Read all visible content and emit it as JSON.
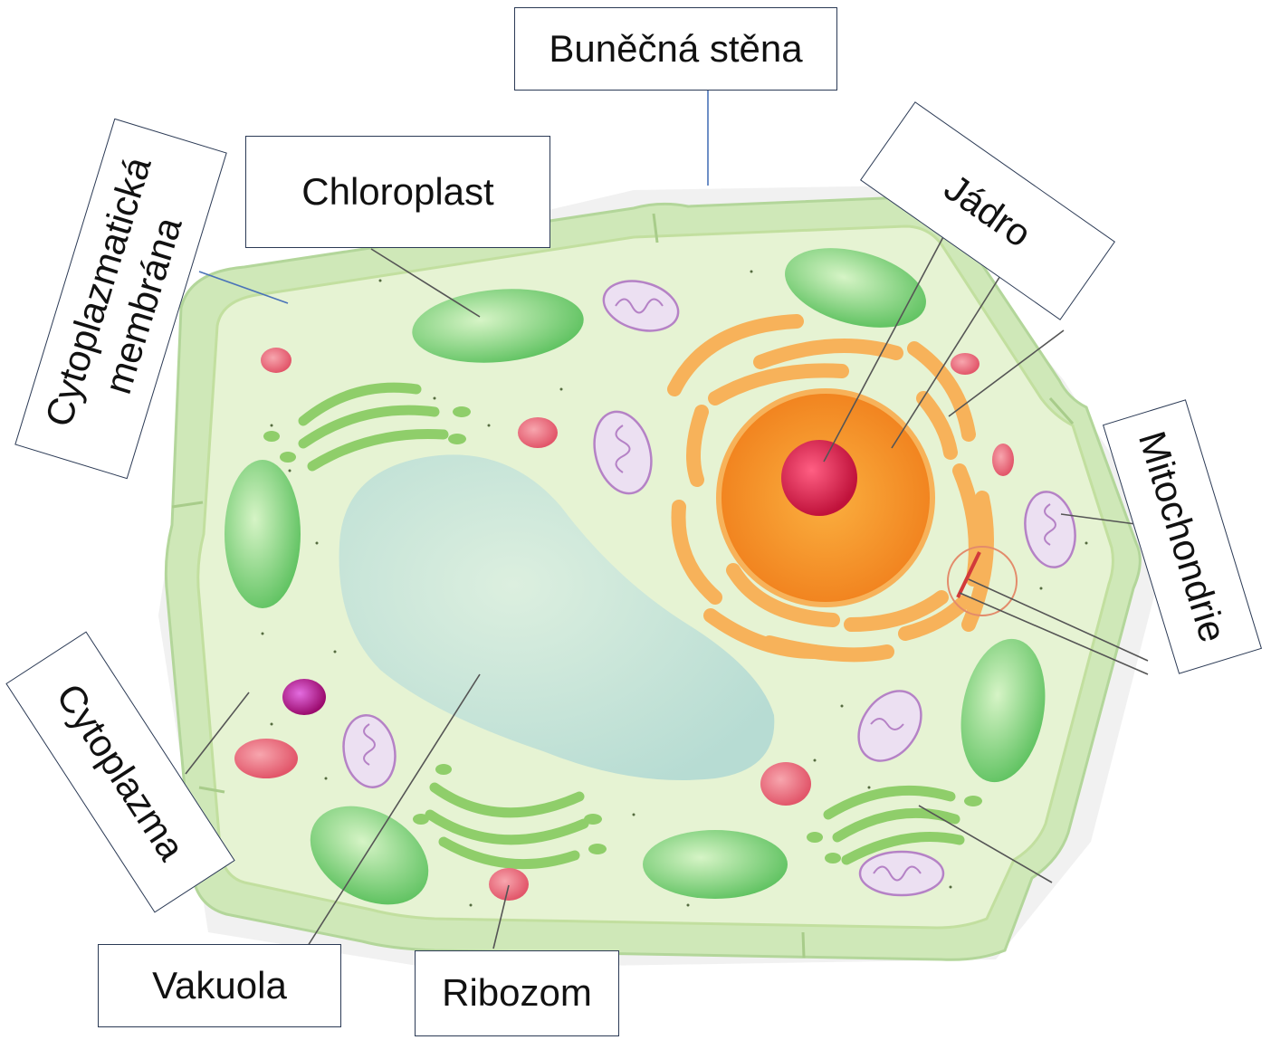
{
  "labels": {
    "bunecna_stena": "Buněčná stěna",
    "chloroplast": "Chloroplast",
    "cytoplazmaticka_membrana_line1": "Cytoplazmatická",
    "cytoplazmaticka_membrana_line2": "membrána",
    "jadro": "Jádro",
    "mitochondrie": "Mitochondrie",
    "cytoplazma": "Cytoplazma",
    "vakuola": "Vakuola",
    "ribozom": "Ribozom"
  },
  "colors": {
    "cell_wall": "#cfe8b8",
    "cytoplasm": "#e6f3d3",
    "chloroplast": "#7fd17a",
    "vacuole": "#c9e4d8",
    "nucleus": "#f59a2b",
    "nucleolus": "#d3204a",
    "er": "#f7b25a",
    "ribosome": "#e56b78",
    "mitochondria": "#e7d6ef",
    "label_border": "#2b3a55",
    "leader_line": "#555555"
  }
}
